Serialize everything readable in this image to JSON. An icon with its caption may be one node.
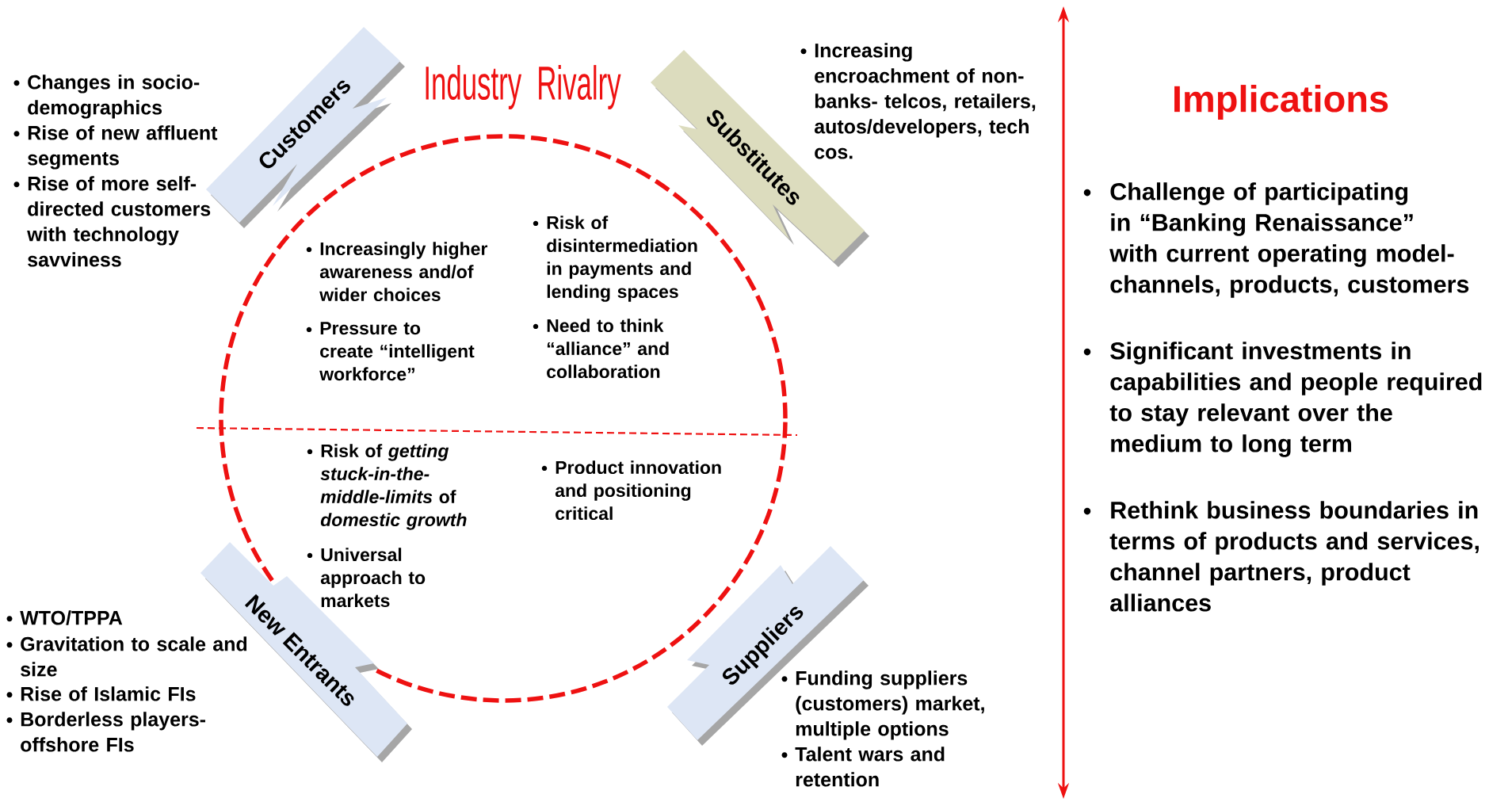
{
  "diagram": {
    "nodes": [
      {
        "text": [
          "Customers"
        ]
      },
      {
        "text": [
          "Substitutes"
        ]
      },
      {
        "text": [
          "Industry Rivalry"
        ]
      },
      {
        "text": [
          "New Entrants"
        ]
      },
      {
        "text": [
          "Suppliers"
        ]
      }
    ],
    "labels": [
      "Changes in socio-demographics",
      "Rise of new affluent segments",
      "Rise of more self-directed customers with technology savviness",
      "Increasing encroachment of non-banks- telcos, retailers, autos/developers, tech cos.",
      "Implications",
      "Challenge of participating in “Banking Renaissance” with current operating model-channels, products, customers",
      "Significant investments in capabilities and people required to stay relevant over the medium to long term",
      "Rethink business boundaries in terms of products and services, channel partners, product alliances",
      "Increasingly higher awareness and/of wider choices",
      "Pressure to create “intelligent workforce”",
      "Risk of disintermediation in payments and lending spaces",
      "Need to think “alliance” and collaboration",
      "Risk of *getting stuck-in-the-middle-limits* of *domestic growth*",
      "Universal approach to markets",
      "Product innovation and positioning critical",
      "WTO/TPPA",
      "Gravitation to scale and size",
      "Rise of Islamic FIs",
      "Borderless players-offshore FIs",
      "Funding suppliers (customers) market, multiple options",
      "Talent wars and retention"
    ]
  }
}
